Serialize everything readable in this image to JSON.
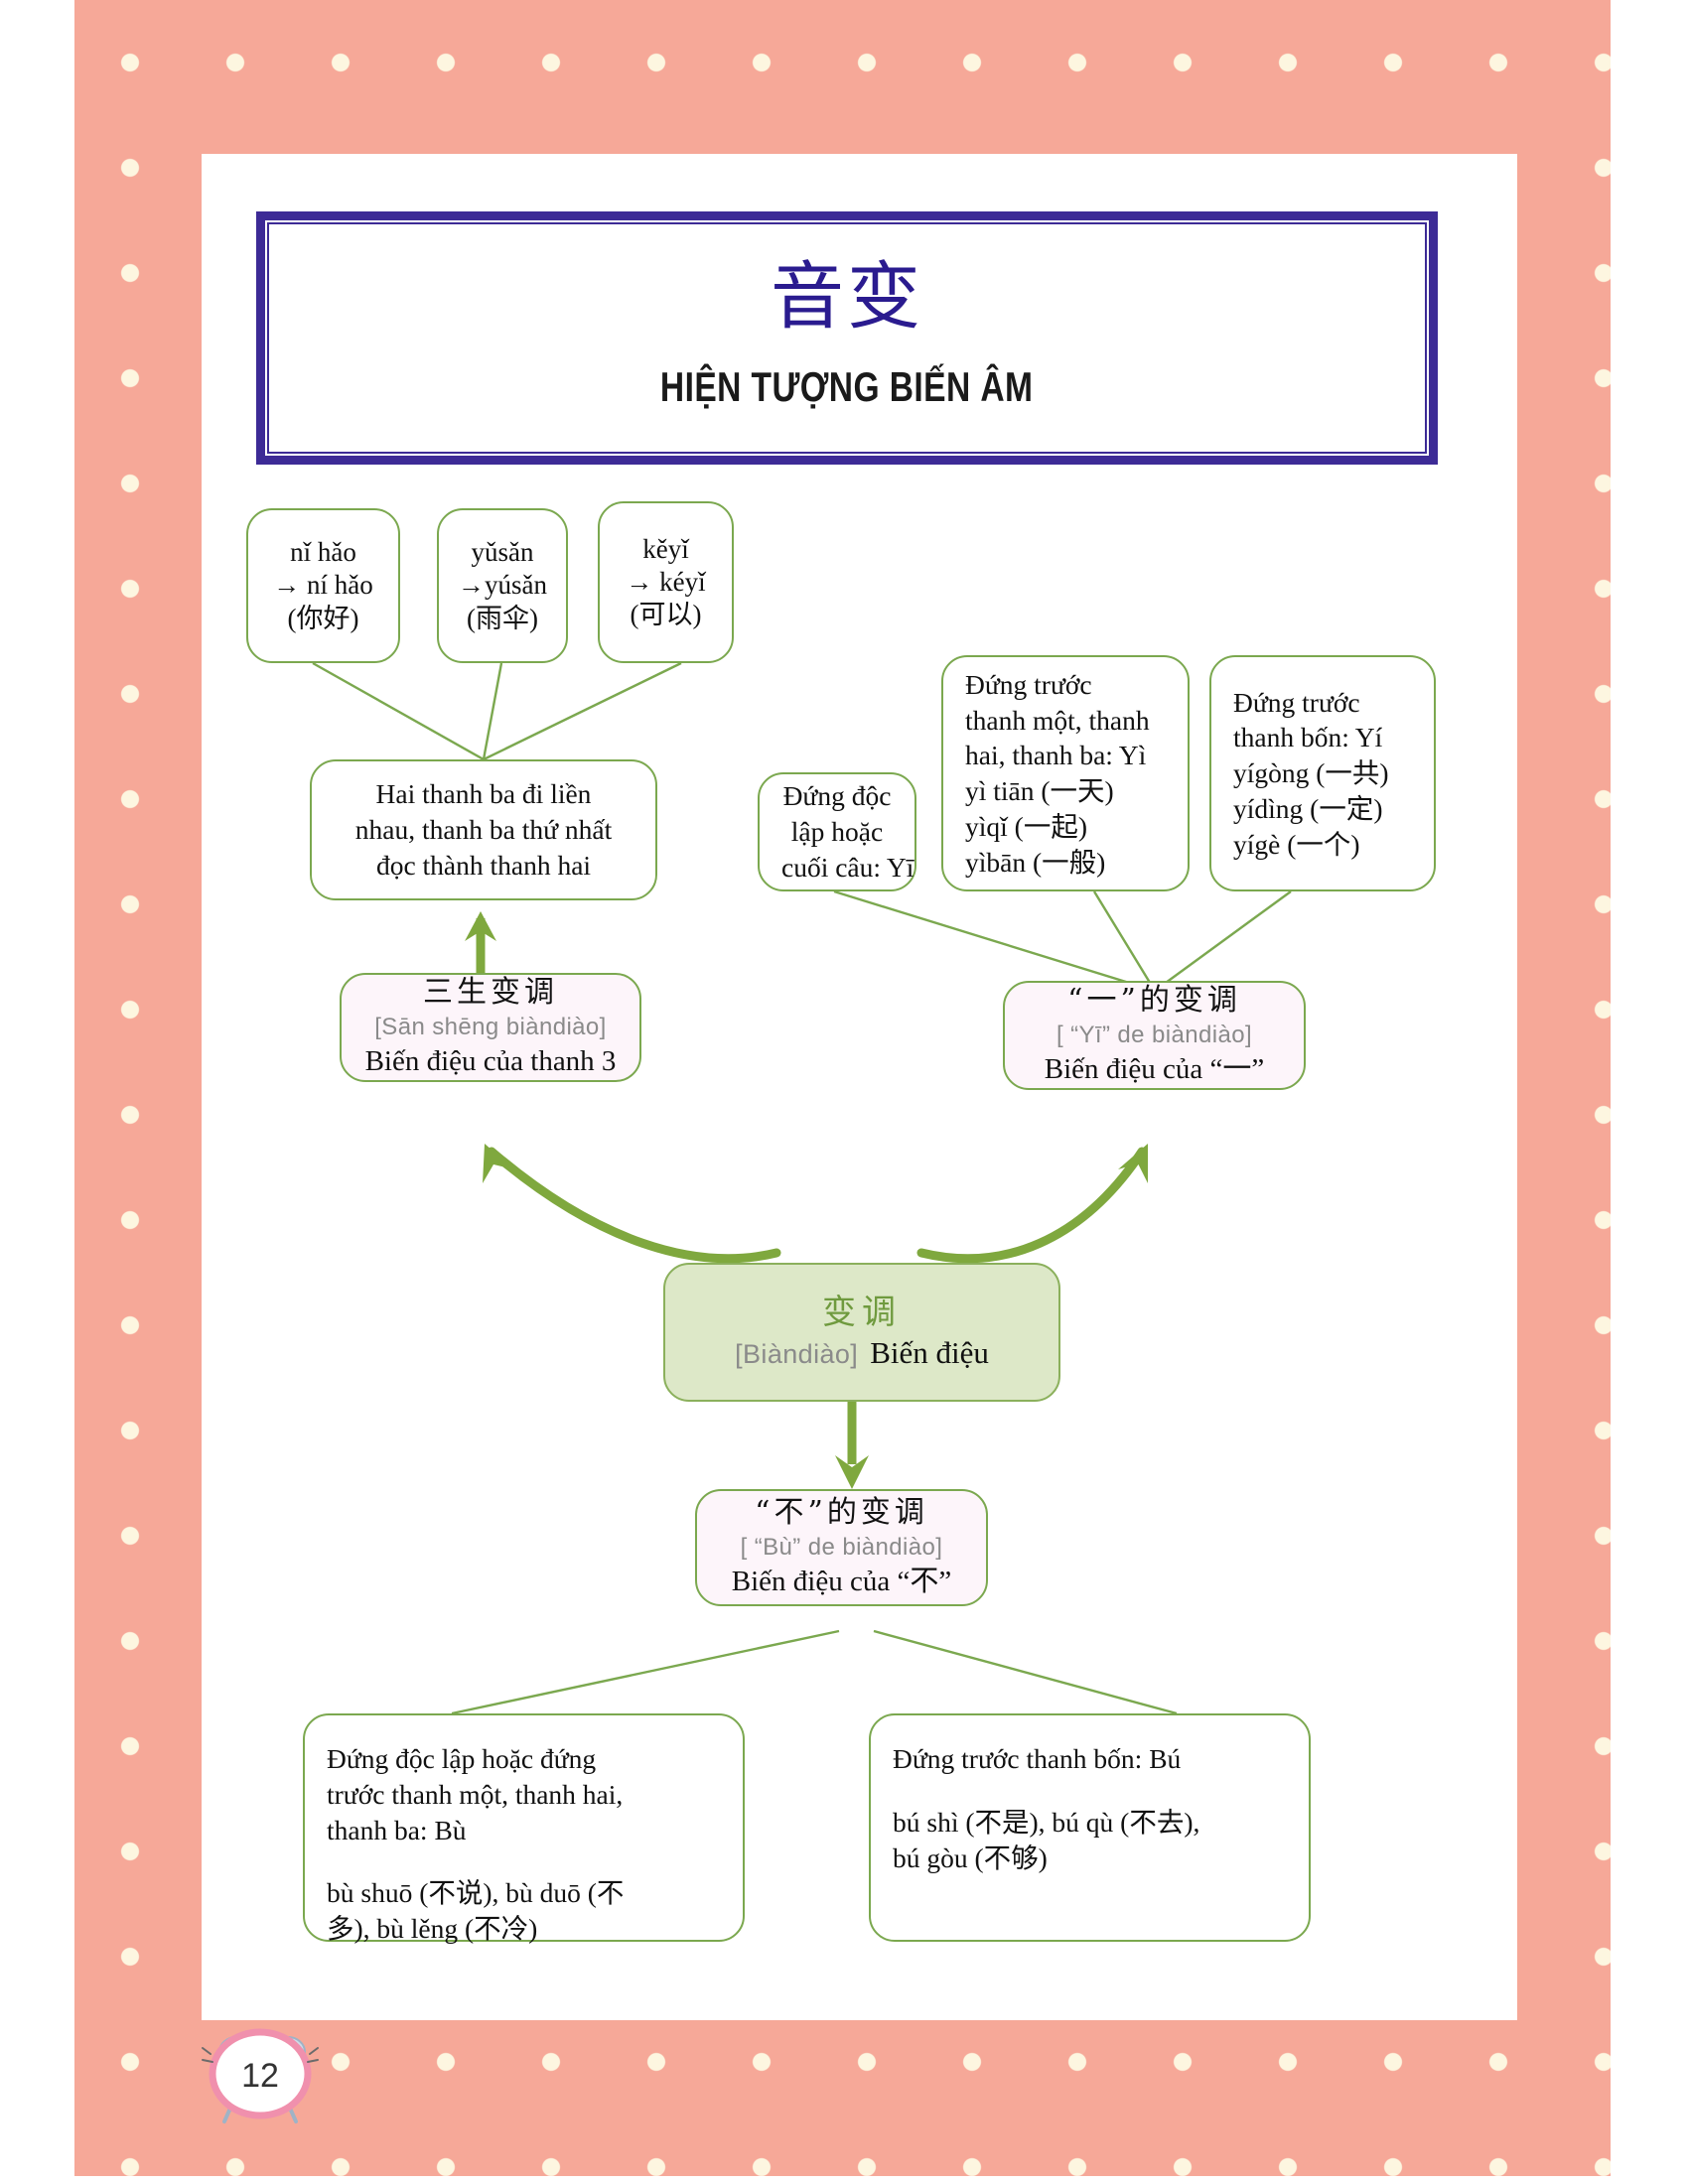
{
  "page": {
    "number": "12",
    "badge_icon": "alarm-clock-icon",
    "accent_border": "#3d2b96",
    "node_border": "#7ba84f",
    "background": "#f6a898",
    "dot_color": "#fdf6e0"
  },
  "title": {
    "chinese": "音变",
    "vietnamese": "HIỆN TƯỢNG BIẾN ÂM"
  },
  "examples": [
    {
      "l1": "nǐ hǎo",
      "l2": "→ ní hǎo",
      "l3": "(你好)"
    },
    {
      "l1": "yǔsǎn",
      "l2": "→yúsǎn",
      "l3": "(雨伞)"
    },
    {
      "l1": "kěyǐ",
      "l2": "→ kéyǐ",
      "l3": "(可以)"
    }
  ],
  "rule_three": {
    "lines": [
      "Hai thanh ba đi liền",
      "nhau, thanh ba thứ nhất",
      "đọc thành thanh hai"
    ]
  },
  "cat_san_sheng": {
    "cn": "三生变调",
    "pinyin": "[Sān shēng biàndiào]",
    "vi": "Biến điệu của thanh 3"
  },
  "yi_alone": {
    "lines": [
      "Đứng độc",
      "lập hoặc",
      "cuối câu: Yī"
    ]
  },
  "yi_before_123": {
    "lines": [
      "Đứng trước",
      "thanh một, thanh",
      "hai, thanh ba: Yì",
      "yì tiān (一天)",
      "yìqǐ (一起)",
      "yìbān (一般)"
    ]
  },
  "yi_before_4": {
    "lines": [
      "Đứng trước",
      "thanh bốn: Yí",
      "yígòng  (一共)",
      "yídìng (一定)",
      "yígè (一个)"
    ]
  },
  "cat_yi": {
    "cn": "“一”的变调",
    "pinyin": "[ “Yī”  de biàndiào]",
    "vi": "Biến điệu của “一”"
  },
  "cat_main": {
    "cn": "变调",
    "pinyin": "[Biàndiào]",
    "vi": "Biến điệu"
  },
  "cat_bu": {
    "cn": "“不”的变调",
    "pinyin": "[ “Bù”  de biàndiào]",
    "vi": "Biến điệu của “不”"
  },
  "bu_alone": {
    "para1": [
      "Đứng độc lập hoặc đứng",
      "trước thanh một, thanh hai,",
      "thanh ba: Bù"
    ],
    "para2": [
      "bù shuō (不说), bù duō (不",
      "多),  bù lěng (不冷)"
    ]
  },
  "bu_before_4": {
    "para1": [
      "Đứng trước thanh bốn: Bú"
    ],
    "para2": [
      "bú shì (不是),  bú qù (不去),",
      "bú gòu (不够)"
    ]
  }
}
